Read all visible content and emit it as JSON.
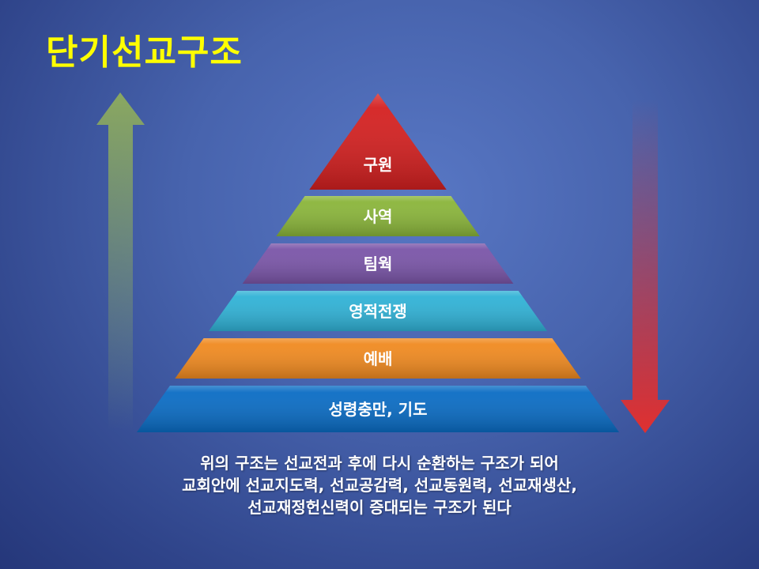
{
  "title": "단기선교구조",
  "pyramid": [
    {
      "label": "구원",
      "color": "#d42020"
    },
    {
      "label": "사역",
      "color": "#8ab53a"
    },
    {
      "label": "팀웍",
      "color": "#7a55a8"
    },
    {
      "label": "영적전쟁",
      "color": "#30b2d6"
    },
    {
      "label": "예배",
      "color": "#f08a20"
    },
    {
      "label": "성령충만, 기도",
      "color": "#0a6cc4"
    }
  ],
  "arrows": {
    "up_color": "#8aa860",
    "down_color": "#e03030"
  },
  "caption": [
    "위의 구조는 선교전과 후에 다시 순환하는 구조가 되어",
    "교회안에 선교지도력, 선교공감력, 선교동원력, 선교재생산,",
    "선교재정헌신력이 증대되는 구조가 된다"
  ]
}
